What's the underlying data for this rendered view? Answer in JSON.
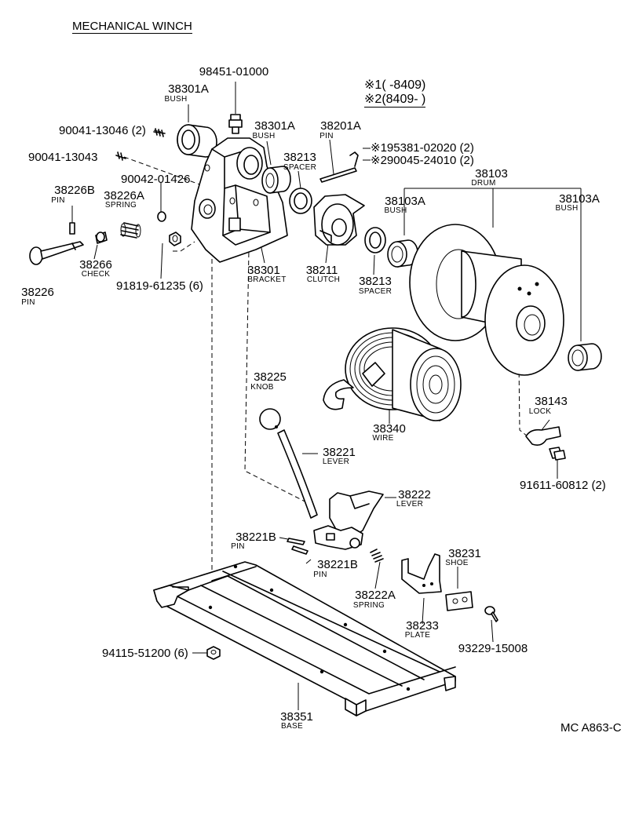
{
  "title": "MECHANICAL WINCH",
  "footer_code": "MC A863-C",
  "notes": {
    "note1_mark": "※1",
    "note1_text": "(       -8409)",
    "note2_mark": "※2",
    "note2_text": "(8409-        )"
  },
  "parts": {
    "p98451": {
      "number": "98451-01000"
    },
    "p38301A_top": {
      "number": "38301A",
      "name": "BUSH"
    },
    "p90041_13046": {
      "number": "90041-13046 (2)"
    },
    "p38301A_mid": {
      "number": "38301A",
      "name": "BUSH"
    },
    "p38201A": {
      "number": "38201A",
      "name": "PIN"
    },
    "p195381": {
      "number": "※195381-02020 (2)"
    },
    "p290045": {
      "number": "※290045-24010 (2)"
    },
    "p90041_13043": {
      "number": "90041-13043"
    },
    "p90042_01426": {
      "number": "90042-01426"
    },
    "p38213_top": {
      "number": "38213",
      "name": "SPACER"
    },
    "p38103": {
      "number": "38103",
      "name": "DRUM"
    },
    "p38226B": {
      "number": "38226B",
      "name": "PIN"
    },
    "p38226A": {
      "number": "38226A",
      "name": "SPRING"
    },
    "p38103A_left": {
      "number": "38103A",
      "name": "BUSH"
    },
    "p38103A_right": {
      "number": "38103A",
      "name": "BUSH"
    },
    "p38266": {
      "number": "38266",
      "name": "CHECK"
    },
    "p38301": {
      "number": "38301",
      "name": "BRACKET"
    },
    "p38211": {
      "number": "38211",
      "name": "CLUTCH"
    },
    "p38213_bot": {
      "number": "38213",
      "name": "SPACER"
    },
    "p38226": {
      "number": "38226",
      "name": "PIN"
    },
    "p91819": {
      "number": "91819-61235 (6)"
    },
    "p38225": {
      "number": "38225",
      "name": "KNOB"
    },
    "p38143": {
      "number": "38143",
      "name": "LOCK"
    },
    "p38340": {
      "number": "38340",
      "name": "WIRE"
    },
    "p38221": {
      "number": "38221",
      "name": "LEVER"
    },
    "p91611": {
      "number": "91611-60812 (2)"
    },
    "p38222": {
      "number": "38222",
      "name": "LEVER"
    },
    "p38221B_a": {
      "number": "38221B",
      "name": "PIN"
    },
    "p38221B_b": {
      "number": "38221B",
      "name": "PIN"
    },
    "p38231": {
      "number": "38231",
      "name": "SHOE"
    },
    "p38222A": {
      "number": "38222A",
      "name": "SPRING"
    },
    "p38233": {
      "number": "38233",
      "name": "PLATE"
    },
    "p93229": {
      "number": "93229-15008"
    },
    "p94115": {
      "number": "94115-51200 (6)"
    },
    "p38351": {
      "number": "38351",
      "name": "BASE"
    }
  }
}
